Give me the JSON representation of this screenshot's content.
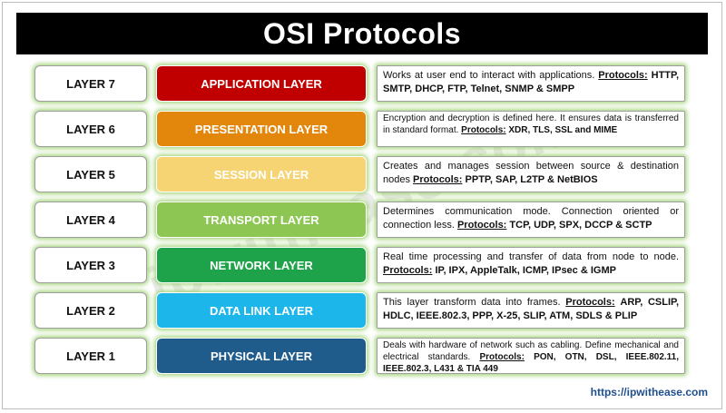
{
  "title": "OSI Protocols",
  "watermark": "ipwithease.com",
  "site_link": "https://ipwithease.com",
  "layers": [
    {
      "label": "LAYER 7",
      "name": "APPLICATION LAYER",
      "color": "#c00000",
      "desc": "Works at user end to interact with applications.",
      "protocols_key": "Protocols:",
      "protocols": "HTTP, SMTP, DHCP, FTP, Telnet, SNMP & SMPP"
    },
    {
      "label": "LAYER 6",
      "name": "PRESENTATION LAYER",
      "color": "#e3860c",
      "desc": "Encryption and decryption is defined here. It ensures data is transferred in standard format.",
      "protocols_key": "Protocols:",
      "protocols": "XDR, TLS, SSL and MIME"
    },
    {
      "label": "LAYER 5",
      "name": "SESSION LAYER",
      "color": "#f6d474",
      "desc": "Creates and manages session between source & destination nodes",
      "protocols_key": "Protocols:",
      "protocols": "PPTP, SAP, L2TP & NetBIOS"
    },
    {
      "label": "LAYER 4",
      "name": "TRANSPORT LAYER",
      "color": "#8dc652",
      "desc": "Determines communication mode. Connection oriented or connection less.",
      "protocols_key": "Protocols:",
      "protocols": "TCP, UDP, SPX, DCCP & SCTP"
    },
    {
      "label": "LAYER 3",
      "name": "NETWORK LAYER",
      "color": "#1ea34a",
      "desc": "Real time processing and transfer of data from node to node.",
      "protocols_key": "Protocols:",
      "protocols": "IP, IPX, AppleTalk, ICMP, IPsec & IGMP"
    },
    {
      "label": "LAYER 2",
      "name": "DATA LINK LAYER",
      "color": "#1cb6ea",
      "desc": "This layer transform data into frames.",
      "protocols_key": "Protocols:",
      "protocols": "ARP, CSLIP, HDLC, IEEE.802.3, PPP, X-25, SLIP, ATM, SDLS & PLIP"
    },
    {
      "label": "LAYER 1",
      "name": "PHYSICAL LAYER",
      "color": "#1f5c8c",
      "desc": "Deals with hardware of network such as cabling. Define mechanical and electrical standards.",
      "protocols_key": "Protocols:",
      "protocols": "PON, OTN, DSL, IEEE.802.11, IEEE.802.3, L431 & TIA 449"
    }
  ]
}
